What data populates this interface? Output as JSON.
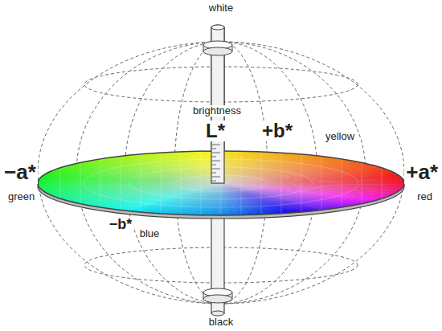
{
  "diagram": {
    "labels": [
      "white",
      "brightness",
      "L*",
      "+b*",
      "yellow",
      "−a*",
      "green",
      "+a*",
      "red",
      "−b*",
      "blue",
      "black"
    ]
  }
}
